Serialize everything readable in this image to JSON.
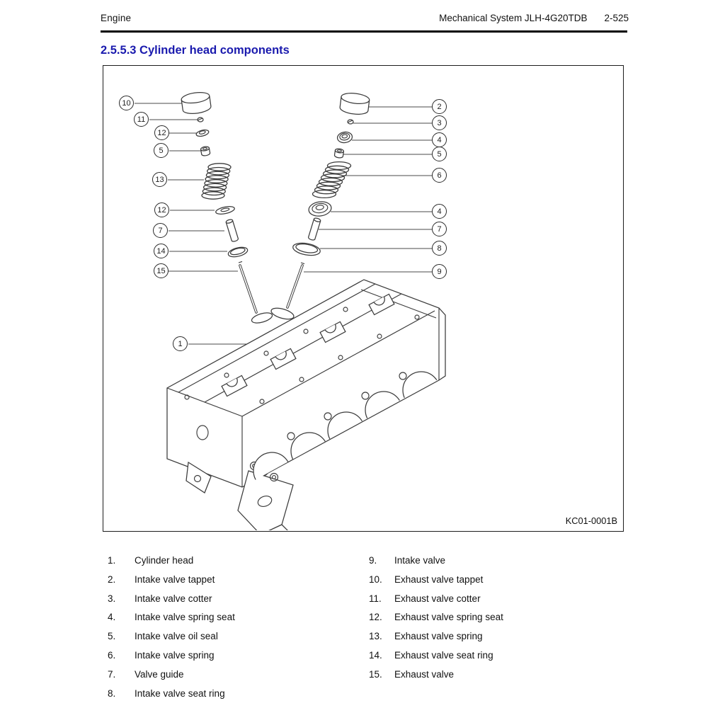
{
  "header": {
    "section": "Engine",
    "system": "Mechanical System JLH-4G20TDB",
    "page": "2-525"
  },
  "title": {
    "text": "2.5.5.3 Cylinder head components"
  },
  "figure": {
    "code": "KC01-0001B",
    "description": "Exploded line drawing of cylinder head with valve train components",
    "callouts": [
      {
        "num": "10"
      },
      {
        "num": "11"
      },
      {
        "num": "12"
      },
      {
        "num": "5"
      },
      {
        "num": "13"
      },
      {
        "num": "12"
      },
      {
        "num": "7"
      },
      {
        "num": "14"
      },
      {
        "num": "15"
      },
      {
        "num": "1"
      },
      {
        "num": "2"
      },
      {
        "num": "3"
      },
      {
        "num": "4"
      },
      {
        "num": "5"
      },
      {
        "num": "6"
      },
      {
        "num": "4"
      },
      {
        "num": "7"
      },
      {
        "num": "8"
      },
      {
        "num": "9"
      }
    ]
  },
  "parts_list": {
    "left": [
      {
        "num": "1.",
        "label": "Cylinder head"
      },
      {
        "num": "2.",
        "label": "Intake valve tappet"
      },
      {
        "num": "3.",
        "label": "Intake valve cotter"
      },
      {
        "num": "4.",
        "label": "Intake valve spring seat"
      },
      {
        "num": "5.",
        "label": "Intake valve oil seal"
      },
      {
        "num": "6.",
        "label": "Intake valve spring"
      },
      {
        "num": "7.",
        "label": "Valve guide"
      },
      {
        "num": "8.",
        "label": "Intake valve seat ring"
      }
    ],
    "right": [
      {
        "num": "9.",
        "label": "Intake valve"
      },
      {
        "num": "10.",
        "label": "Exhaust valve tappet"
      },
      {
        "num": "11.",
        "label": "Exhaust valve cotter"
      },
      {
        "num": "12.",
        "label": "Exhaust valve spring seat"
      },
      {
        "num": "13.",
        "label": "Exhaust valve spring"
      },
      {
        "num": "14.",
        "label": "Exhaust valve seat ring"
      },
      {
        "num": "15.",
        "label": "Exhaust valve"
      }
    ]
  },
  "colors": {
    "title": "#1a1aae",
    "line_art": "#3b3b3b",
    "rule": "#000000"
  }
}
